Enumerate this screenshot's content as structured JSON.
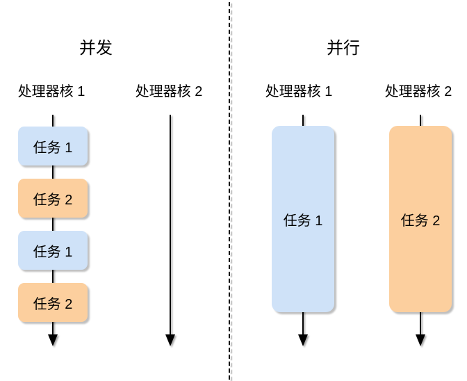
{
  "panels": {
    "concurrency": {
      "title": "并发",
      "cores": [
        {
          "label": "处理器核 1"
        },
        {
          "label": "处理器核 2"
        }
      ],
      "tasks": [
        {
          "label": "任务 1",
          "color": "#cfe2f8"
        },
        {
          "label": "任务 2",
          "color": "#fccf9e"
        },
        {
          "label": "任务 1",
          "color": "#cfe2f8"
        },
        {
          "label": "任务 2",
          "color": "#fccf9e"
        }
      ]
    },
    "parallelism": {
      "title": "并行",
      "cores": [
        {
          "label": "处理器核 1"
        },
        {
          "label": "处理器核 2"
        }
      ],
      "tasks": [
        {
          "label": "任务 1",
          "color": "#cfe2f8"
        },
        {
          "label": "任务 2",
          "color": "#fccf9e"
        }
      ]
    }
  },
  "colors": {
    "task_blue": "#cfe2f8",
    "task_orange": "#fccf9e",
    "line": "#000000",
    "background": "#ffffff"
  }
}
